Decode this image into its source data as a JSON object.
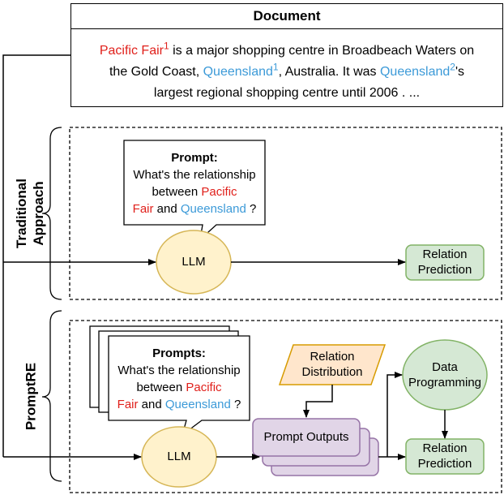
{
  "document": {
    "title": "Document",
    "entity1": "Pacific Fair",
    "entity1_sup": "1",
    "seg1": " is a major shopping centre in Broadbeach Waters on",
    "seg2": "the Gold Coast, ",
    "entity2": "Queensland",
    "entity2_sup": "1",
    "seg3": ", Australia. It was ",
    "entity3": "Queensland",
    "entity3_sup": "2",
    "seg4": "'s",
    "seg5": "largest regional shopping centre until 2006 . ..."
  },
  "traditional": {
    "label_line1": "Traditional",
    "label_line2": "Approach",
    "prompt_title": "Prompt:",
    "prompt_line1": "What's the relationship",
    "prompt_line2_pre": "between ",
    "prompt_entity_a1": "Pacific",
    "prompt_entity_a2": "Fair",
    "prompt_and": " and ",
    "prompt_entity_b": "Queensland",
    "prompt_end": " ?",
    "llm": "LLM",
    "output_line1": "Relation",
    "output_line2": "Prediction"
  },
  "promptre": {
    "label": "PromptRE",
    "prompt_title": "Prompts:",
    "prompt_line1": "What's the relationship",
    "prompt_line2_pre": "between ",
    "prompt_entity_a1": "Pacific",
    "prompt_entity_a2": "Fair",
    "prompt_and": " and ",
    "prompt_entity_b": "Queensland",
    "prompt_end": " ?",
    "llm": "LLM",
    "prompt_outputs": "Prompt Outputs",
    "distribution_line1": "Relation",
    "distribution_line2": "Distribution",
    "dp_line1": "Data",
    "dp_line2": "Programming",
    "output_line1": "Relation",
    "output_line2": "Prediction"
  },
  "colors": {
    "entity_red": "#e0201b",
    "entity_blue": "#3c9ad8",
    "llm_fill": "#fff2cc",
    "llm_stroke": "#d6b656",
    "green_fill": "#d5e8d4",
    "green_stroke": "#82b366",
    "purple_fill": "#e1d5e7",
    "purple_stroke": "#9673a6",
    "orange_fill": "#ffe6cc",
    "orange_stroke": "#d79b00"
  }
}
